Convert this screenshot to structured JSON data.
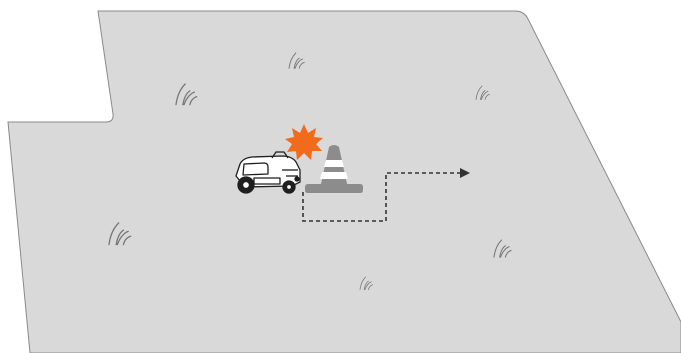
{
  "scene": {
    "description_free": true,
    "lawn": {
      "fill": "#d9d9d9",
      "stroke": "#8a8a8a"
    },
    "obstacle": {
      "icon": "traffic-cone-icon",
      "color": "#8c8c8c"
    },
    "collision": {
      "icon": "collision-burst-icon",
      "color": "#f26a1b"
    },
    "robot": {
      "icon": "robotic-mower-icon"
    },
    "path": {
      "style": "dashed",
      "color": "#333333",
      "arrow": "right"
    },
    "grass_tufts": {
      "icon": "grass-tuft-icon",
      "count": 6,
      "color": "#777777"
    }
  }
}
